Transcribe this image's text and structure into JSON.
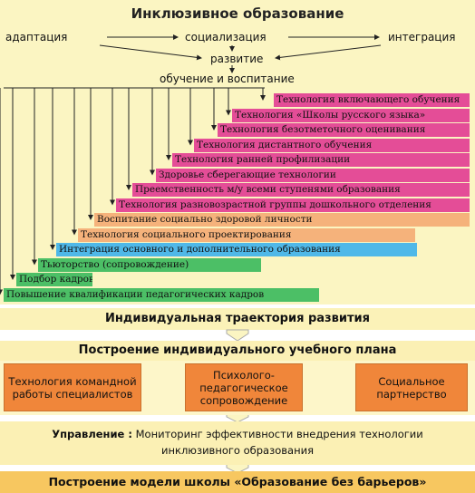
{
  "title": "Инклюзивное образование",
  "top_terms": {
    "left": "адаптация",
    "center": "социализация",
    "right": "интеграция",
    "development": "развитие",
    "education": "обучение и воспитание"
  },
  "technologies": [
    {
      "label": "Технология включающего обучения",
      "color": "pink"
    },
    {
      "label": "Технология «Школы русского языка»",
      "color": "pink"
    },
    {
      "label": "Технология безотметочного оценивания",
      "color": "pink"
    },
    {
      "label": "Технология дистантного обучения",
      "color": "pink"
    },
    {
      "label": "Технология  ранней профилизации",
      "color": "pink"
    },
    {
      "label": "Здоровье сберегающие технологии",
      "color": "pink"
    },
    {
      "label": "Преемственность м/у всеми ступенями образования",
      "color": "pink"
    },
    {
      "label": "Технология разновозрастной группы дошкольного отделения",
      "color": "pink"
    },
    {
      "label": "Воспитание социально здоровой личности",
      "color": "orange"
    },
    {
      "label": "Технология социального проектирования",
      "color": "orange"
    },
    {
      "label": "Интеграция основного и дополнительного образования",
      "color": "blue"
    },
    {
      "label": "Тьюторство (сопровождение)",
      "color": "green"
    },
    {
      "label": "Подбор кадров",
      "color": "green"
    },
    {
      "label": "Повышение квалификации педагогических кадров",
      "color": "green"
    }
  ],
  "trajectory": "Индивидуальная траектория развития",
  "plan": "Построение индивидуального учебного плана",
  "boxes": {
    "team": "Технология командной работы специалистов",
    "psych": "Психолого-педагогическое сопровождение",
    "social": "Социальное партнерство"
  },
  "management": {
    "label": "Управление :",
    "text1": " Мониторинг эффективности внедрения технологии",
    "text2": "инклюзивного образования"
  },
  "model": "Построение модели школы «Образование без барьеров»",
  "colors": {
    "pink": "#e44d97",
    "orange": "#f5b27b",
    "blue": "#4fb8e8",
    "green": "#4cbf66",
    "top_panel": "#fbf5c2"
  }
}
